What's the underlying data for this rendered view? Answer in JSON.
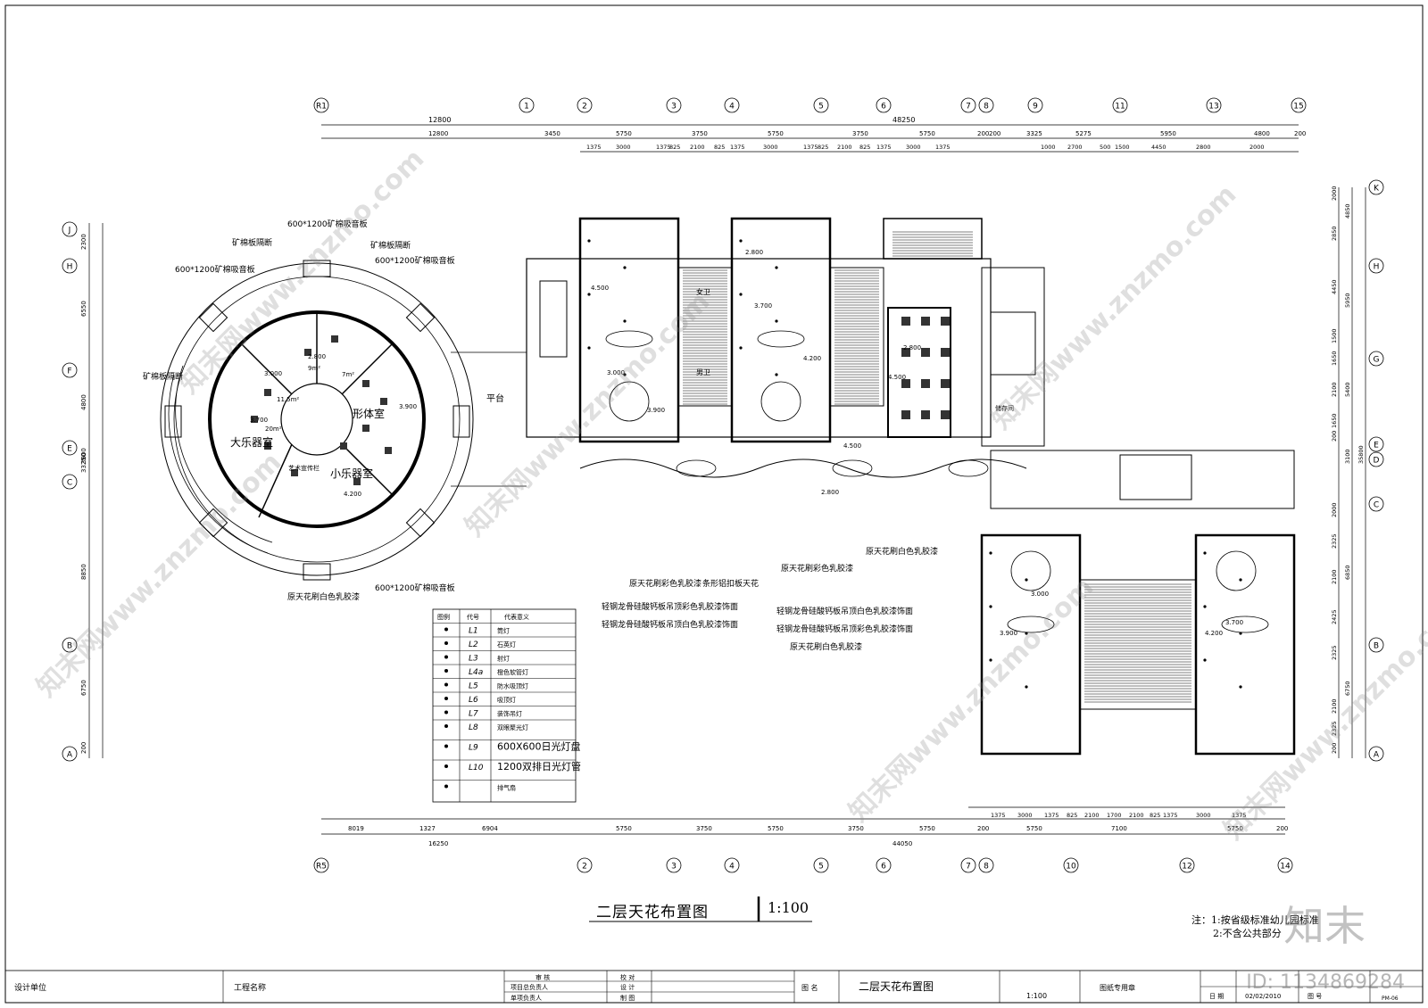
{
  "drawing": {
    "title": "二层天花布置图",
    "scale": "1:100"
  },
  "notes": [
    "注：1:按省级标准幼儿园标准",
    "2:不含公共部分"
  ],
  "axes_top": [
    "R1",
    "1",
    "2",
    "3",
    "4",
    "5",
    "6",
    "7",
    "8",
    "9",
    "11",
    "13",
    "15"
  ],
  "axes_bottom": [
    "R5",
    "2",
    "3",
    "4",
    "5",
    "6",
    "7",
    "8",
    "10",
    "12",
    "14"
  ],
  "axes_left": [
    "J",
    "H",
    "F",
    "E",
    "C",
    "B",
    "A"
  ],
  "axes_right": [
    "K",
    "H",
    "G",
    "E",
    "D",
    "C",
    "B",
    "A"
  ],
  "dims_top_total": [
    "12800",
    "48250"
  ],
  "dims_top_row2": [
    "12800",
    "3450",
    "5750",
    "3750",
    "5750",
    "3750",
    "5750",
    "200",
    "200",
    "3325",
    "5275",
    "5950",
    "4800",
    "200"
  ],
  "dims_top_row3": [
    "1375",
    "3000",
    "1375",
    "825",
    "2100",
    "825",
    "1375",
    "3000",
    "1375",
    "825",
    "2100",
    "825",
    "1375",
    "3000",
    "1375",
    "1000",
    "2700",
    "500",
    "1500",
    "4450",
    "2800",
    "2000"
  ],
  "dims_bottom_row1": [
    "8019",
    "1327",
    "6904",
    "5750",
    "3750",
    "5750",
    "3750",
    "5750",
    "200",
    "5750",
    "7100",
    "5750",
    "200"
  ],
  "dims_bottom_row2": [
    "16250",
    "44050"
  ],
  "dims_bottom_row3": [
    "1375",
    "3000",
    "1375",
    "825",
    "2100",
    "1700",
    "2100",
    "825",
    "1375",
    "3000",
    "1375"
  ],
  "dims_left": [
    "2300",
    "6550",
    "4800",
    "3600",
    "33250",
    "8850",
    "6750",
    "200"
  ],
  "dims_right": [
    "2000",
    "4850",
    "2850",
    "4450",
    "5950",
    "1500",
    "1650",
    "2100",
    "5400",
    "1650",
    "200",
    "3100",
    "35800",
    "2000",
    "2325",
    "6850",
    "2100",
    "2425",
    "2325",
    "6750",
    "2100",
    "2325",
    "200"
  ],
  "rooms": [
    "大乐器室",
    "小乐器室",
    "形体室",
    "艺术宣传栏",
    "平台",
    "储存间",
    "男卫",
    "女卫"
  ],
  "room_area_labels": [
    "11.5m²",
    "20m²",
    "9m²",
    "7m²"
  ],
  "elev_labels": [
    "2.800",
    "3.000",
    "3.700",
    "3.900",
    "4.200",
    "4.500"
  ],
  "annotations_left": [
    "600*1200矿棉吸音板",
    "矿棉板隔断",
    "矿棉板隔断",
    "600*1200矿棉吸音板",
    "600*1200矿棉吸音板",
    "矿棉板隔断",
    "600*1200矿棉吸音板",
    "原天花刷白色乳胶漆"
  ],
  "annotations_center": [
    "原天花刷彩色乳胶漆",
    "条形铝扣板天花",
    "原天花刷彩色乳胶漆",
    "原天花刷白色乳胶漆",
    "轻钢龙骨硅酸钙板吊顶彩色乳胶漆饰面",
    "轻钢龙骨硅酸钙板吊顶白色乳胶漆饰面",
    "轻钢龙骨硅酸钙板吊顶白色乳胶漆饰面",
    "轻钢龙骨硅酸钙板吊顶彩色乳胶漆饰面",
    "原天花刷白色乳胶漆"
  ],
  "legend": {
    "headers": [
      "图例",
      "代号",
      "代表意义"
    ],
    "rows": [
      {
        "code": "L1",
        "meaning": "筒灯"
      },
      {
        "code": "L2",
        "meaning": "石英灯"
      },
      {
        "code": "L3",
        "meaning": "射灯"
      },
      {
        "code": "L4a",
        "meaning": "橙色软管灯"
      },
      {
        "code": "L5",
        "meaning": "防水吸顶灯"
      },
      {
        "code": "L6",
        "meaning": "吸顶灯"
      },
      {
        "code": "L7",
        "meaning": "装饰吊灯"
      },
      {
        "code": "L8",
        "meaning": "双眼聚光灯"
      },
      {
        "code": "L9",
        "meaning": "600X600日光灯盘"
      },
      {
        "code": "L10",
        "meaning": "1200双排日光灯管"
      },
      {
        "code": "",
        "meaning": "排气扇"
      }
    ]
  },
  "title_block": {
    "design_unit": "设计单位",
    "project_name": "工程名称",
    "review": "审 核",
    "proofread": "校 对",
    "project_lead": "项目总负责人",
    "design": "设 计",
    "specialty_lead": "单项负责人",
    "draft": "制 图",
    "drawing_name_label": "图 名",
    "drawing_name": "二层天花布置图",
    "scale": "1:100",
    "stamp": "图纸专用章",
    "date_label": "日 期",
    "date": "02/02/2010",
    "sheet_no_label": "图 号",
    "sheet_no": "PM-06"
  },
  "watermark": "知末网www.znzmo.com",
  "logo": "知末",
  "id_label": "ID: 1134869284"
}
